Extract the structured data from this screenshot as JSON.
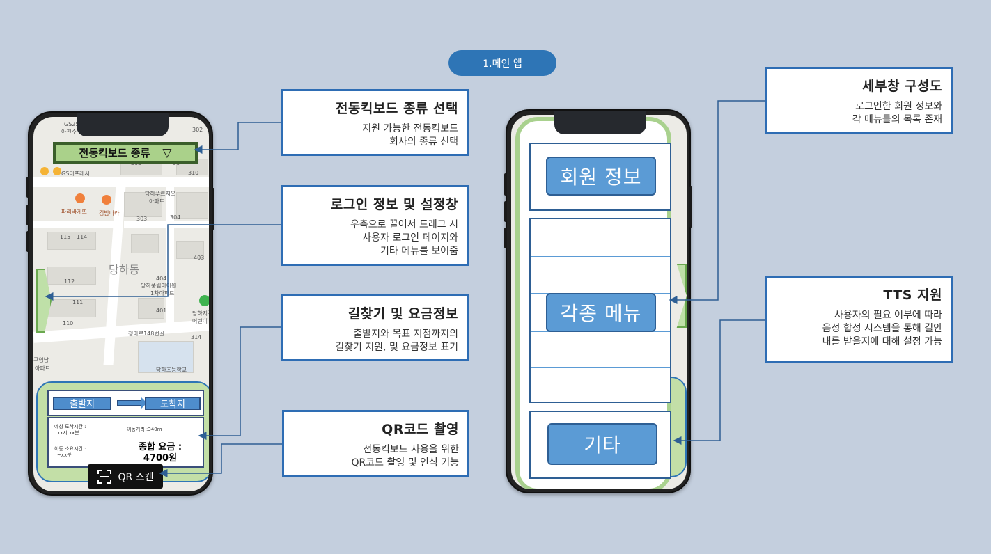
{
  "header": {
    "title": "1.메인 앱"
  },
  "callouts": {
    "kickboard_select": {
      "title": "전동킥보드 종류 선택",
      "desc": "지원 가능한 전동킥보드\n회사의 종류 선택"
    },
    "login_settings": {
      "title": "로그인 정보 및 설정창",
      "desc": "우측으로 끌어서 드래그 시\n사용자 로그인 페이지와\n기타 메뉴를 보여줌"
    },
    "navigation": {
      "title": "길찾기 및 요금정보",
      "desc": "출발지와 목표 지점까지의\n길찾기 지원, 및 요금정보 표기"
    },
    "qr": {
      "title": "QR코드 촬영",
      "desc": "전동킥보드 사용을 위한\nQR코드 촬영 및 인식 기능"
    },
    "detail": {
      "title": "세부창 구성도",
      "desc": "로그인한 회원 정보와\n각 메뉴들의 목록 존재"
    },
    "tts": {
      "title": "TTS 지원",
      "desc": "사용자의 필요 여부에 따라\n음성 합성 시스템을 통해 길안\n내를 받을지에 대해 설정 가능"
    }
  },
  "left_phone": {
    "kickboard_dropdown": {
      "label": "전동킥보드 종류",
      "arrow": "▽"
    },
    "map": {
      "area_label": "당하동",
      "pois": [
        "GS25",
        "아전주",
        "GS더프레시",
        "파리바게뜨",
        "김밥나라",
        "당하푸르지오",
        "아파트",
        "당하풍림아이원",
        "1차아파트",
        "당하지구",
        "어린이",
        "청마로148번길",
        "당하초등학교",
        "구영남",
        "아파트"
      ],
      "numbers": [
        "303",
        "304",
        "310",
        "303",
        "304",
        "115",
        "114",
        "403",
        "404",
        "112",
        "111",
        "401",
        "110",
        "302",
        "314"
      ]
    },
    "route": {
      "from_label": "출발지",
      "to_label": "도착지",
      "eta_label": "예상 도착시간 :",
      "eta_value": "xx시 xx분",
      "distance_label": "이동거리 :340m",
      "duration_label": "이동 소요시간 :",
      "duration_value": "~xx분",
      "fare_label": "종합 요금 :",
      "fare_value": "4700원"
    },
    "qr_button": {
      "label": "QR 스캔"
    }
  },
  "right_phone": {
    "member_info": "회원 정보",
    "menus": "각종 메뉴",
    "etc": "기타"
  },
  "colors": {
    "accent": "#2e75b6",
    "green": "#a9d18e",
    "dark_green": "#3a5e2a",
    "background": "#c4cfde"
  }
}
